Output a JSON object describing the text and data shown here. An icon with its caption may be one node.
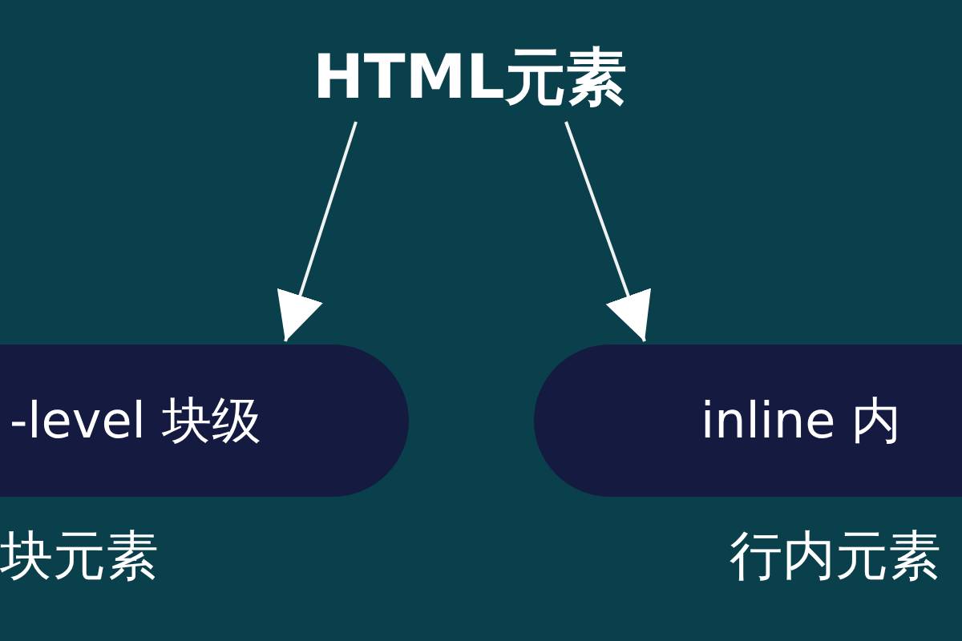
{
  "diagram": {
    "nodes": [
      {
        "text": [
          "HTML元素"
        ]
      },
      {
        "text": [
          "-level 块级"
        ],
        "beside": [
          "块元素"
        ]
      },
      {
        "text": [
          "inline 内"
        ],
        "beside": [
          "行内元素"
        ]
      }
    ],
    "edges": [
      {
        "from": 0,
        "to": 1,
        "arrow": "to"
      },
      {
        "from": 0,
        "to": 2,
        "arrow": "to"
      }
    ]
  }
}
